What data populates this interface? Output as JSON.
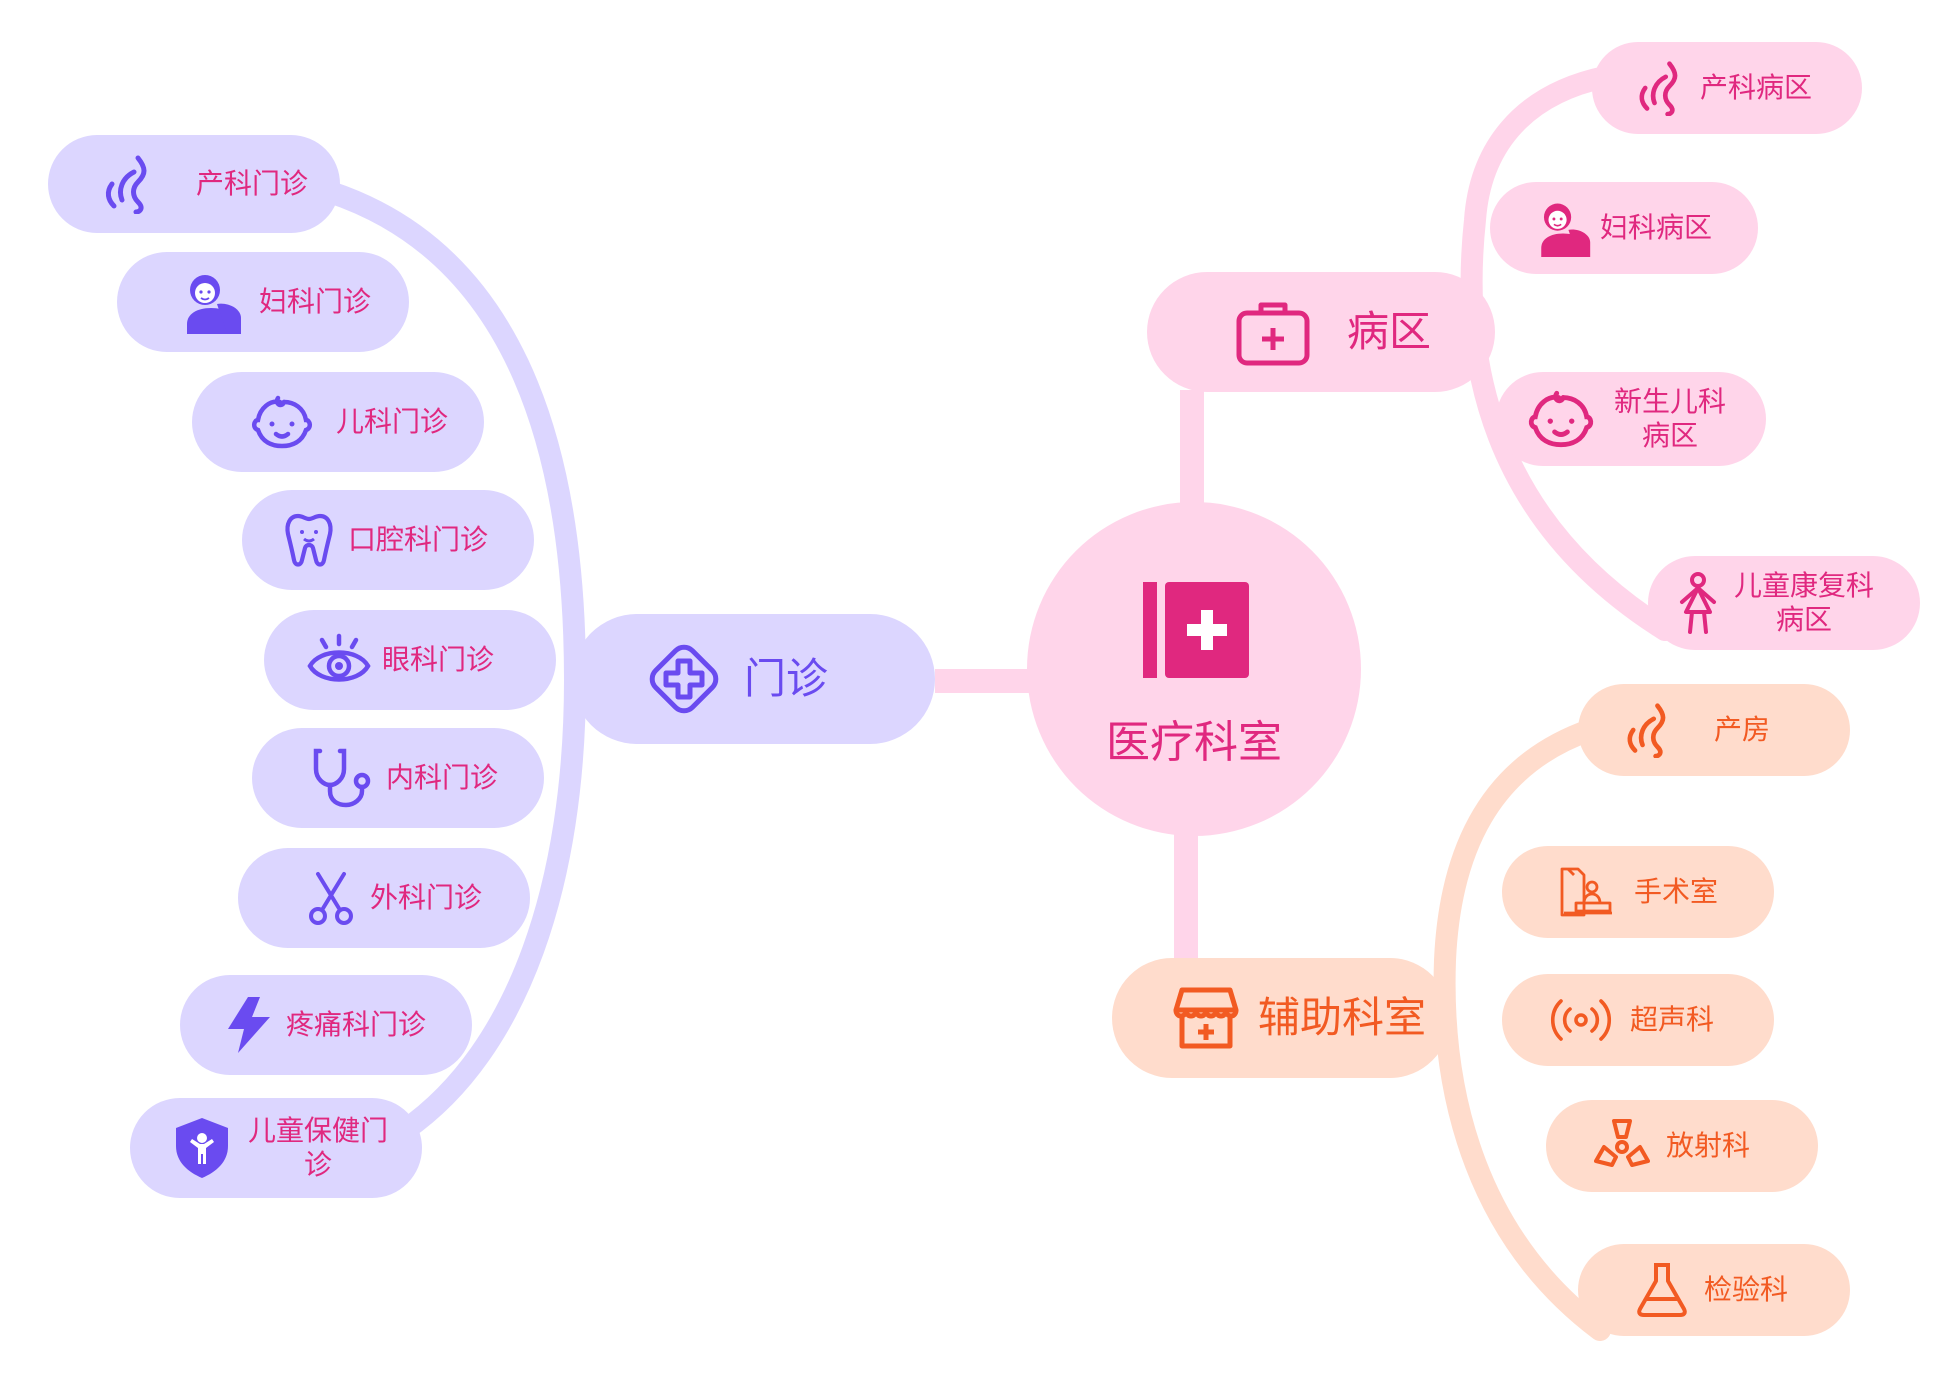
{
  "root": {
    "label": "医疗科室",
    "icon": "medical-box-icon"
  },
  "branches": {
    "outpatient": {
      "label": "门诊",
      "icon": "medical-cross-icon",
      "color": "#6A4BF0",
      "items": [
        {
          "label": "产科门诊",
          "icon": "pregnancy-icon"
        },
        {
          "label": "妇科门诊",
          "icon": "woman-icon"
        },
        {
          "label": "儿科门诊",
          "icon": "baby-face-icon"
        },
        {
          "label": "口腔科门诊",
          "icon": "tooth-icon"
        },
        {
          "label": "眼科门诊",
          "icon": "eye-icon"
        },
        {
          "label": "内科门诊",
          "icon": "stethoscope-icon"
        },
        {
          "label": "外科门诊",
          "icon": "scissors-icon"
        },
        {
          "label": "疼痛科门诊",
          "icon": "lightning-icon"
        },
        {
          "label": "儿童保健门诊",
          "icon": "child-shield-icon"
        }
      ]
    },
    "ward": {
      "label": "病区",
      "icon": "first-aid-kit-icon",
      "color": "#E0287F",
      "items": [
        {
          "label": "产科病区",
          "icon": "pregnancy-icon"
        },
        {
          "label": "妇科病区",
          "icon": "woman-icon"
        },
        {
          "label": "新生儿科病区",
          "icon": "baby-face-icon"
        },
        {
          "label": "儿童康复科病区",
          "icon": "child-figure-icon"
        }
      ]
    },
    "auxiliary": {
      "label": "辅助科室",
      "icon": "clinic-building-icon",
      "color": "#F25A22",
      "items": [
        {
          "label": "产房",
          "icon": "pregnancy-icon"
        },
        {
          "label": "手术室",
          "icon": "operating-room-icon"
        },
        {
          "label": "超声科",
          "icon": "ultrasound-waves-icon"
        },
        {
          "label": "放射科",
          "icon": "radiation-icon"
        },
        {
          "label": "检验科",
          "icon": "flask-icon"
        }
      ]
    }
  },
  "colors": {
    "purple_fill": "#DCD6FF",
    "purple_line": "#DCD6FF",
    "pink_fill": "#FFD5EA",
    "pink_line": "#FFD5EA",
    "orange_fill": "#FFDCCC",
    "orange_line": "#FFDCCC"
  }
}
